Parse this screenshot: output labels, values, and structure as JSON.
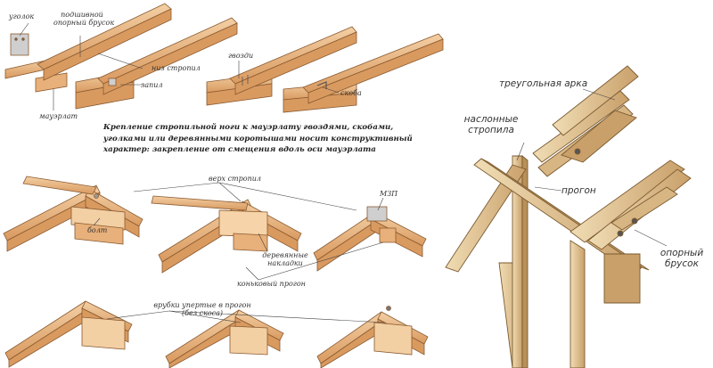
{
  "caption": "Крепление стропильной ноги к мауэрлату гвоздями, скобами, уголками или деревянными коротышами носит конструктивный характер: закрепление от смещения вдоль оси мауэрлата",
  "labels": {
    "ugolok": "уголок",
    "podshivnoy_1": "подшивной",
    "podshivnoy_2": "опорный брусок",
    "niz_stropil": "низ стропил",
    "zapil": "запил",
    "mauerlat": "мауэрлат",
    "gvozdi": "гвозди",
    "skoba": "скоба",
    "verh_stropil": "верх стропил",
    "mzp": "МЗП",
    "bolt": "болт",
    "nakladki_1": "деревянные",
    "nakladki_2": "накладки",
    "konkovyi": "коньковый прогон",
    "vrubki_1": "врубки упертые в прогон",
    "vrubki_2": "(без скоса)",
    "arka": "треугольная арка",
    "naslon_1": "наслонные",
    "naslon_2": "стропила",
    "progon": "прогон",
    "opornyi_1": "опорный",
    "opornyi_2": "брусок"
  },
  "colors": {
    "wood": "#e8b07a",
    "wood_dark": "#c98a52",
    "wood_light": "#f3cfa4",
    "outline": "#8a5a30",
    "metal": "#c9c9c9",
    "wood3d": "#e6c896",
    "wood3d_dark": "#b89058"
  }
}
